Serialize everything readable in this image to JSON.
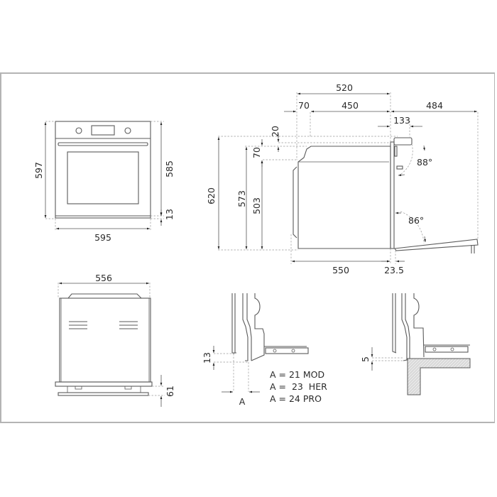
{
  "drawing": {
    "front_view": {
      "height_total": "597",
      "height_body": "585",
      "height_base": "13",
      "width": "595"
    },
    "side_view": {
      "depth_total": "520",
      "front_offset": "70",
      "depth_body": "450",
      "door_open_depth": "484",
      "handle_projection": "133",
      "height_niche": "620",
      "height_mid": "573",
      "height_body": "503",
      "top_gap": "20",
      "top_step": "70",
      "angle_top": "88°",
      "angle_bottom": "86°",
      "depth_bottom": "550",
      "door_thickness": "23.5"
    },
    "top_view": {
      "width": "556",
      "base_height": "61"
    },
    "detail_a": {
      "gap": "13",
      "label": "A",
      "notes": [
        "A = 21 MOD",
        "A =  23  HER",
        "A = 24 PRO"
      ]
    },
    "detail_b": {
      "gap": "5"
    }
  }
}
